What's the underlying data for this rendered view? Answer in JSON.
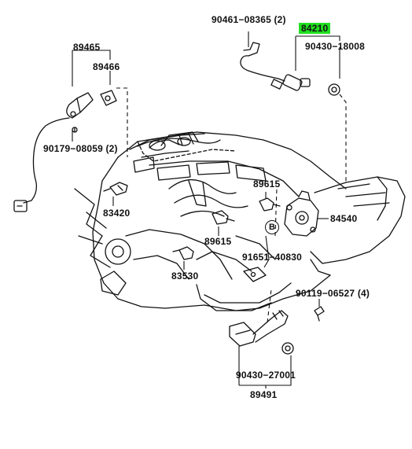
{
  "diagram": {
    "highlight_color": "#22e022",
    "parts": {
      "p84210": "84210",
      "p90461": "90461−08365 (2)",
      "p90430a": "90430−18008",
      "p89465": "89465",
      "p89466": "89466",
      "p90179": "90179−08059 (2)",
      "p89615a": "89615",
      "p84540": "84540",
      "p83420": "83420",
      "p89615b": "89615",
      "p91651": "91651−40830",
      "p83530": "83530",
      "p90119": "90119−06527 (4)",
      "p90430b": "90430−27001",
      "p89491": "89491"
    },
    "callout_b": "B"
  }
}
